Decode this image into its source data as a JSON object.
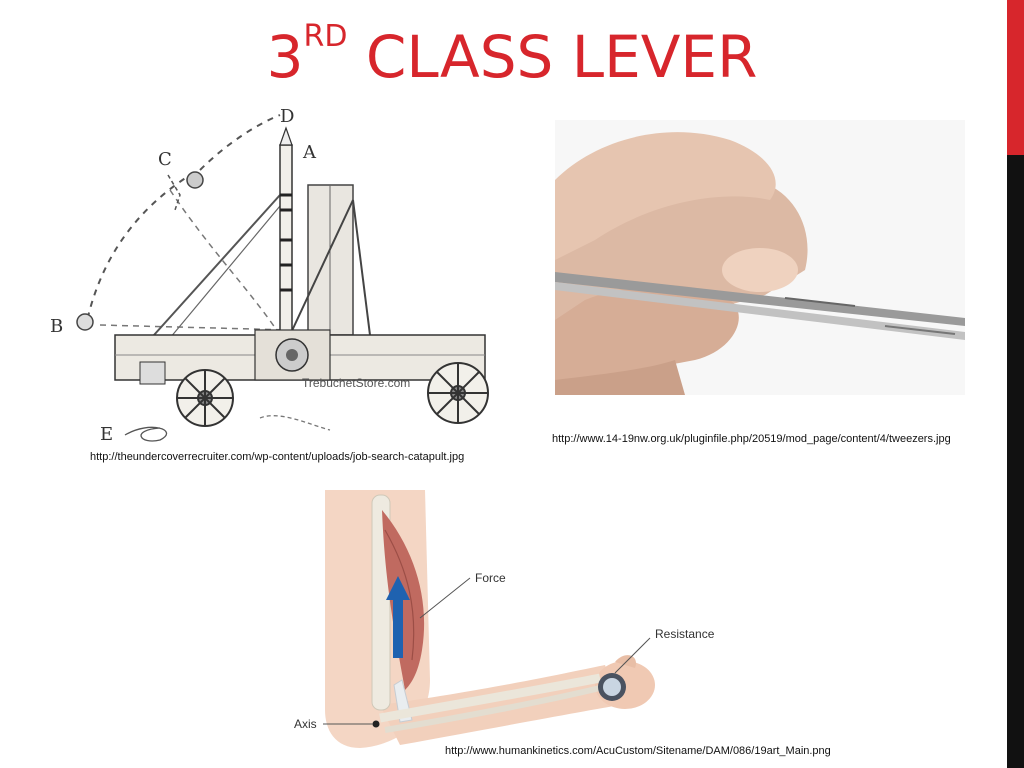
{
  "slide": {
    "title_num": "3",
    "title_sup": "RD",
    "title_rest": " CLASS LEVER",
    "colors": {
      "accent": "#d7262c",
      "bar_dark": "#111111"
    }
  },
  "catapult": {
    "labels": {
      "a": "A",
      "b": "B",
      "c": "C",
      "d": "D",
      "e": "E"
    },
    "watermark": "TrebuchetStore.com",
    "caption": "http://theundercoverrecruiter.com/wp-content/uploads/job-search-catapult.jpg"
  },
  "tweezers": {
    "caption": "http://www.14-19nw.org.uk/pluginfile.php/20519/mod_page/content/4/tweezers.jpg"
  },
  "arm": {
    "force_label": "Force",
    "resistance_label": "Resistance",
    "axis_label": "Axis",
    "caption": "http://www.humankinetics.com/AcuCustom/Sitename/DAM/086/19art_Main.png"
  }
}
